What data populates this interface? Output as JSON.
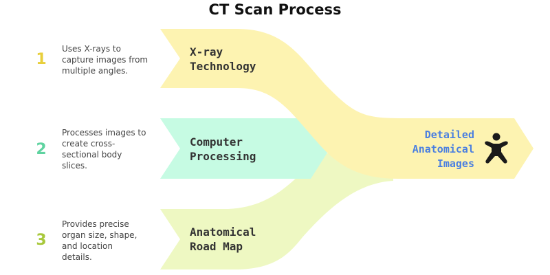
{
  "title": "CT Scan Process",
  "colors": {
    "step1": "#fdf3b1",
    "step2": "#c6fbe3",
    "step3": "#eef8c2",
    "result_fill": "#fdf3b1",
    "result_text": "#4a7fe0",
    "num1": "#e8cf3c",
    "num2": "#5fd3a0",
    "num3": "#a8c83c"
  },
  "steps": [
    {
      "number": "1",
      "label_lines": [
        "X-ray",
        "Technology"
      ],
      "desc_lines": [
        "Uses X-rays to",
        "capture images from",
        "multiple angles."
      ]
    },
    {
      "number": "2",
      "label_lines": [
        "Computer",
        "Processing"
      ],
      "desc_lines": [
        "Processes images to",
        "create cross-",
        "sectional body",
        "slices."
      ]
    },
    {
      "number": "3",
      "label_lines": [
        "Anatomical",
        "Road Map"
      ],
      "desc_lines": [
        "Provides precise",
        "organ size, shape,",
        "and location",
        "details."
      ]
    }
  ],
  "result": {
    "label_lines": [
      "Detailed",
      "Anatomical",
      "Images"
    ],
    "icon": "person-icon"
  }
}
